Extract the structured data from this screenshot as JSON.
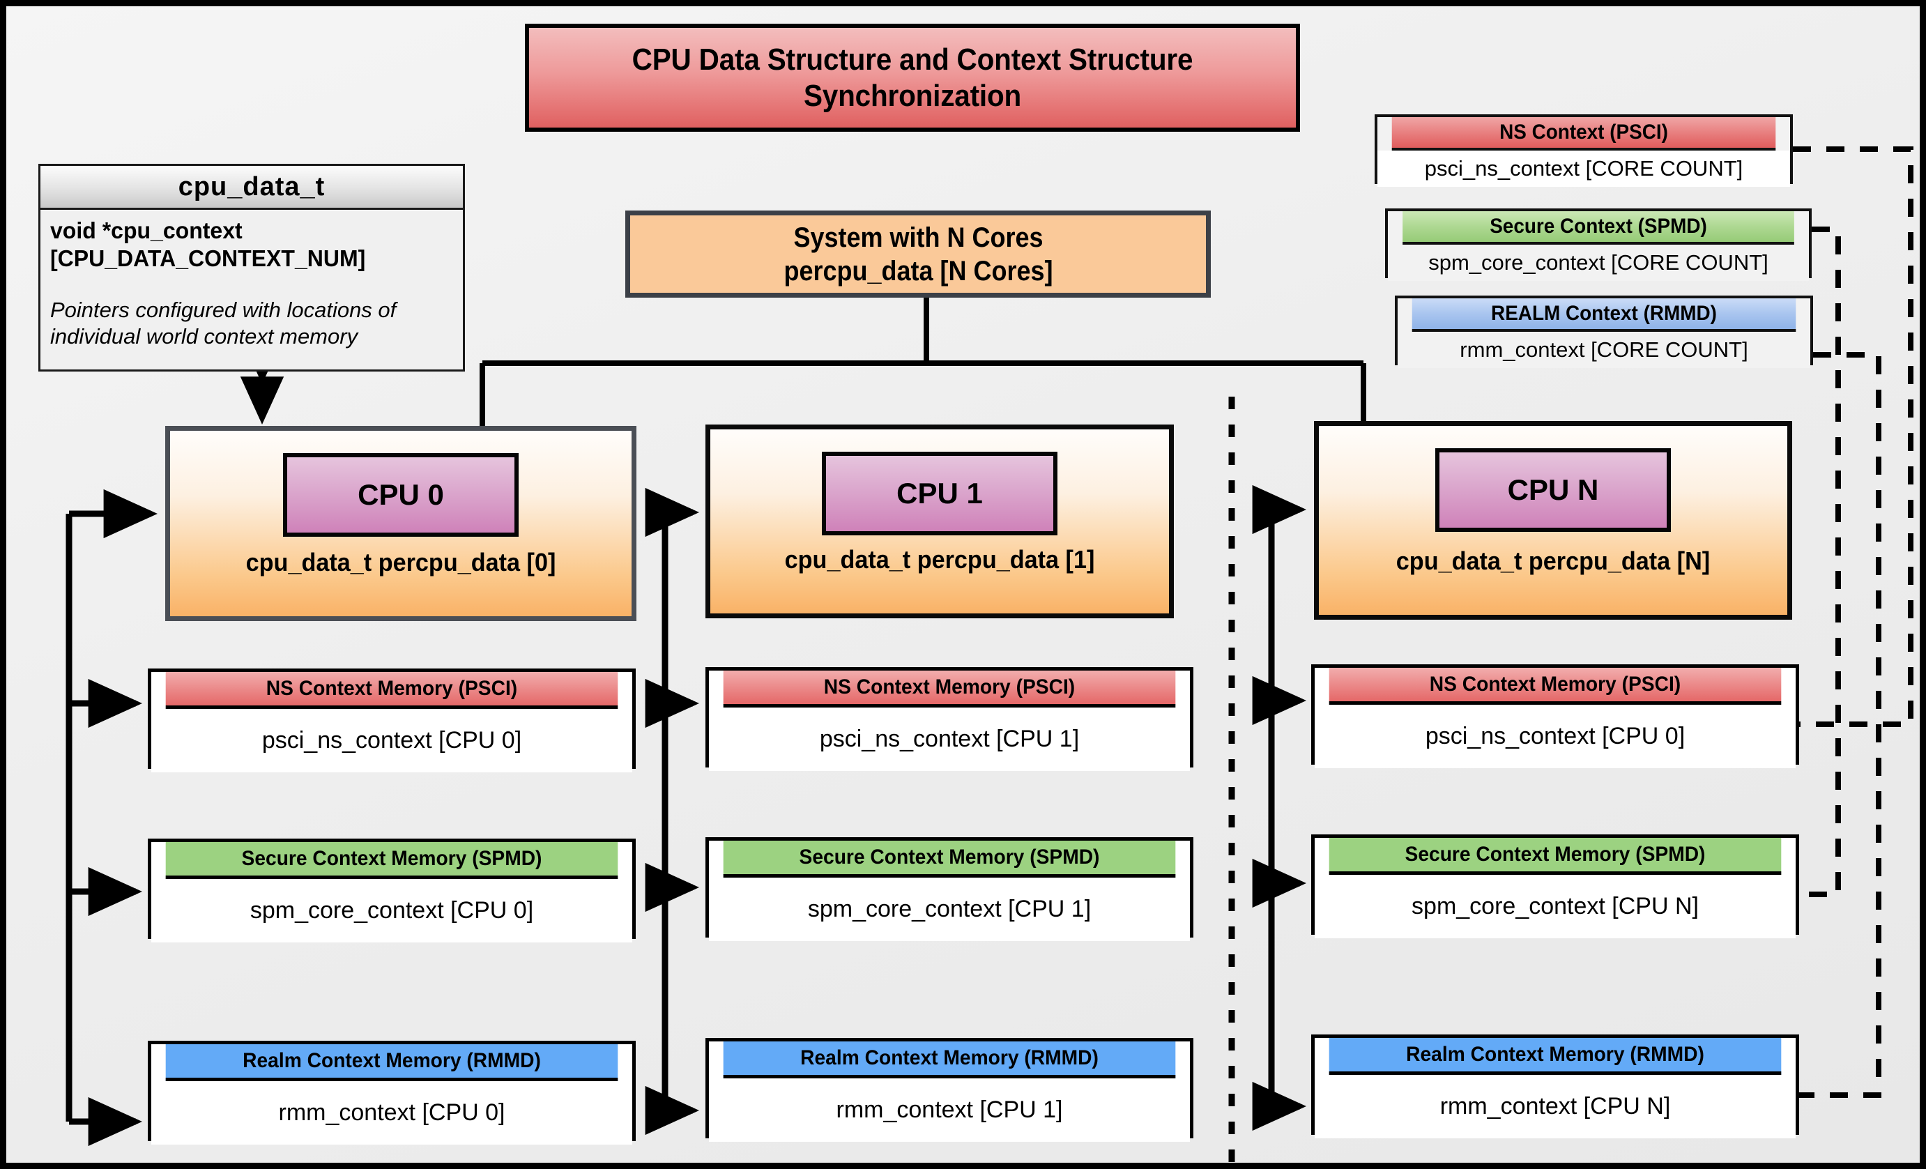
{
  "diagram": {
    "title": "CPU Data Structure and Context Structure Synchronization",
    "background_color": "#eeeeee"
  },
  "cpu_data_struct": {
    "header": "cpu_data_t",
    "field": "void  *cpu_context [CPU_DATA_CONTEXT_NUM]",
    "note": "Pointers configured with locations of individual world context memory"
  },
  "system_box": {
    "line1": "System with N Cores",
    "line2": "percpu_data [N Cores]",
    "fill_color": "#fac999"
  },
  "legend": {
    "items": [
      {
        "name": "ns-context",
        "header": "NS Context  (PSCI)",
        "value": "psci_ns_context [CORE COUNT]",
        "color": "#e05c5c"
      },
      {
        "name": "secure-context",
        "header": "Secure Context (SPMD)",
        "value": "spm_core_context [CORE COUNT]",
        "color": "#96cb77"
      },
      {
        "name": "realm-context",
        "header": "REALM Context (RMMD)",
        "value": "rmm_context [CORE COUNT]",
        "color": "#8fb3e8"
      }
    ]
  },
  "cpus": [
    {
      "name": "cpu-0",
      "chip_label": "CPU 0",
      "data_label": "cpu_data_t percpu_data [0]",
      "memories": [
        {
          "name": "ns-context-memory",
          "header": "NS Context Memory (PSCI)",
          "value": "psci_ns_context [CPU 0]",
          "color": "#e56868"
        },
        {
          "name": "secure-context-memory",
          "header": "Secure Context Memory (SPMD)",
          "value": "spm_core_context [CPU 0]",
          "color": "#9cd281"
        },
        {
          "name": "realm-context-memory",
          "header": "Realm Context Memory (RMMD)",
          "value": "rmm_context [CPU 0]",
          "color": "#63aaf7"
        }
      ]
    },
    {
      "name": "cpu-1",
      "chip_label": "CPU 1",
      "data_label": "cpu_data_t percpu_data [1]",
      "memories": [
        {
          "name": "ns-context-memory",
          "header": "NS Context Memory (PSCI)",
          "value": "psci_ns_context [CPU 1]",
          "color": "#e56868"
        },
        {
          "name": "secure-context-memory",
          "header": "Secure Context Memory (SPMD)",
          "value": "spm_core_context [CPU 1]",
          "color": "#9cd281"
        },
        {
          "name": "realm-context-memory",
          "header": "Realm Context Memory (RMMD)",
          "value": "rmm_context [CPU 1]",
          "color": "#63aaf7"
        }
      ]
    },
    {
      "name": "cpu-n",
      "chip_label": "CPU N",
      "data_label": "cpu_data_t percpu_data [N]",
      "memories": [
        {
          "name": "ns-context-memory",
          "header": "NS Context Memory (PSCI)",
          "value": "psci_ns_context [CPU 0]",
          "color": "#e56868"
        },
        {
          "name": "secure-context-memory",
          "header": "Secure Context Memory (SPMD)",
          "value": "spm_core_context [CPU N]",
          "color": "#9cd281"
        },
        {
          "name": "realm-context-memory",
          "header": "Realm Context Memory (RMMD)",
          "value": "rmm_context [CPU N]",
          "color": "#63aaf7"
        }
      ]
    }
  ]
}
